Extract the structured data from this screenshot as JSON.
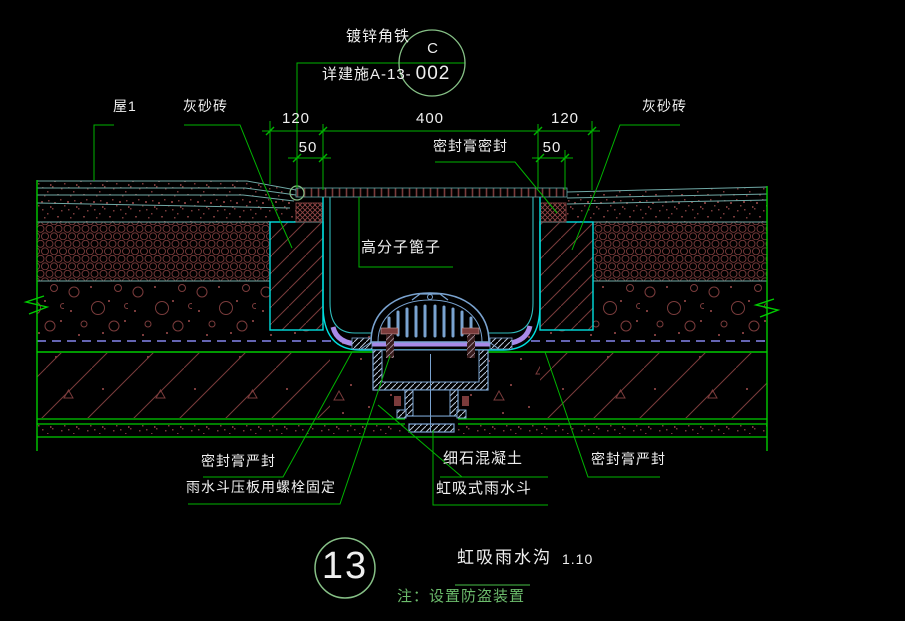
{
  "colors": {
    "background": "#000000",
    "leader_green": "#00b400",
    "structure_green": "#00cc00",
    "pale_green_circle": "#86c086",
    "bright_cyan": "#00dede",
    "pale_cyan": "#6fa8a5",
    "hatch_dark_red": "#7a3b3b",
    "membrane_purple": "#a78ae8",
    "membrane_dash_purple": "#8585ee",
    "steel_blue": "#7aa3d0",
    "text_white": "#efefef",
    "note_green": "#6cbc6c"
  },
  "annotations": {
    "galvanized_angle_iron": "镀锌角铁",
    "detail_ref": "详建施A-13-",
    "detail_bubble_top": "C",
    "detail_bubble_bottom": "002",
    "roof_label": "屋1",
    "gray_sand_brick_left": "灰砂砖",
    "gray_sand_brick_right": "灰砂砖",
    "sealant_paste_seal": "密封膏密封",
    "polymer_grate": "高分子篦子",
    "sealant_tight_seal_left": "密封膏严封",
    "hopper_plate_bolt_fixing": "雨水斗压板用螺栓固定",
    "fine_stone_concrete": "细石混凝土",
    "siphon_rain_hopper": "虹吸式雨水斗",
    "sealant_tight_seal_right": "密封膏严封"
  },
  "dimensions": {
    "brick_left": "120",
    "gutter_width": "400",
    "brick_right": "120",
    "seal_left": "50",
    "seal_right": "50"
  },
  "title_block": {
    "detail_number": "13",
    "title": "虹吸雨水沟",
    "scale": "1.10",
    "note": "注：设置防盗装置"
  }
}
